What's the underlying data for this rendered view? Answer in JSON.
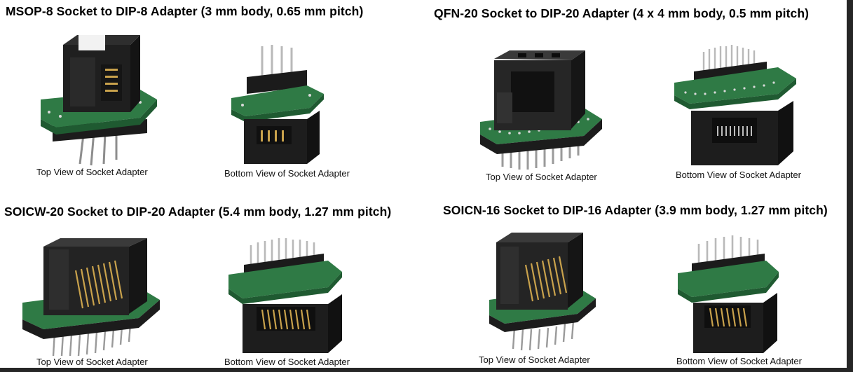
{
  "panels": [
    {
      "title": "MSOP-8 Socket to DIP-8 Adapter (3 mm body, 0.65 mm pitch)",
      "top_caption": "Top View of Socket Adapter",
      "bottom_caption": "Bottom View of Socket Adapter"
    },
    {
      "title": "QFN-20 Socket to DIP-20 Adapter (4 x 4 mm body, 0.5 mm pitch)",
      "top_caption": "Top View of Socket Adapter",
      "bottom_caption": "Bottom View of Socket Adapter"
    },
    {
      "title": "SOICW-20 Socket to DIP-20 Adapter (5.4 mm body, 1.27 mm pitch)",
      "top_caption": "Top View of Socket Adapter",
      "bottom_caption": "Bottom View of Socket Adapter"
    },
    {
      "title": "SOICN-16 Socket to DIP-16 Adapter (3.9 mm body, 1.27 mm pitch)",
      "top_caption": "Top View of Socket Adapter",
      "bottom_caption": "Bottom View of Socket Adapter"
    }
  ],
  "colors": {
    "background": "#ffffff",
    "frame": "#262626",
    "pcb_green": "#2f7a45",
    "socket_black": "#1e1e1e",
    "pin_gold": "#c9a24c",
    "pin_silver": "#b9b9b9"
  }
}
